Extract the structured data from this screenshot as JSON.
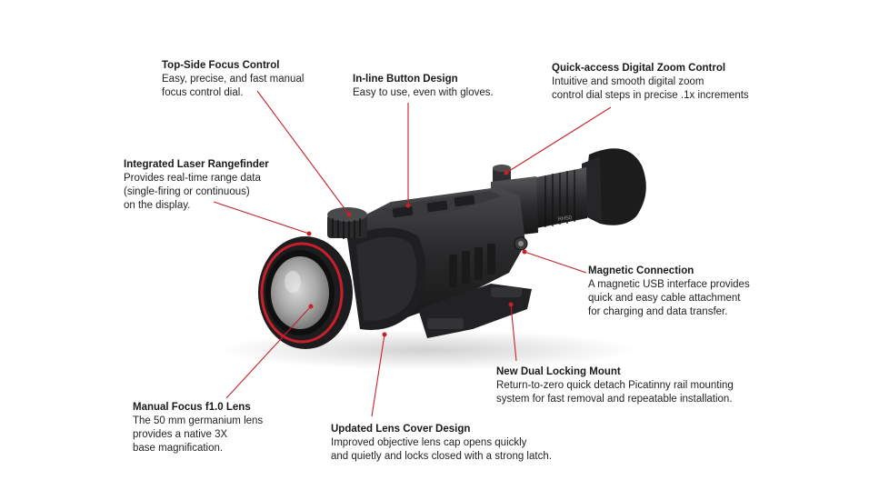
{
  "callouts": {
    "focus_control": {
      "title": "Top-Side Focus Control",
      "lines": [
        "Easy, precise, and fast manual",
        "focus control dial."
      ]
    },
    "button_design": {
      "title": "In-line Button Design",
      "lines": [
        "Easy to use, even with gloves."
      ]
    },
    "digital_zoom": {
      "title": "Quick-access Digital Zoom Control",
      "lines": [
        "Intuitive and smooth digital zoom",
        "control dial steps in precise .1x increments"
      ]
    },
    "laser_rangefinder": {
      "title": "Integrated Laser Rangefinder",
      "lines": [
        "Provides real-time range data",
        "(single-firing or continuous)",
        "on the display."
      ]
    },
    "magnetic_connection": {
      "title": "Magnetic Connection",
      "lines": [
        "A magnetic USB interface provides",
        "quick and easy cable attachment",
        "for charging and data transfer."
      ]
    },
    "locking_mount": {
      "title": "New Dual Locking Mount",
      "lines": [
        "Return-to-zero quick detach Picatinny rail mounting",
        "system for fast removal and repeatable installation."
      ]
    },
    "manual_focus_lens": {
      "title": "Manual Focus f1.0 Lens",
      "lines": [
        "The 50 mm germanium lens",
        "provides a native 3X",
        "base magnification."
      ]
    },
    "lens_cover": {
      "title": "Updated Lens Cover Design",
      "lines": [
        "Improved objective lens cap opens quickly",
        "and quietly and locks closed with a strong latch."
      ]
    }
  },
  "product": {
    "model_marking": "RH50",
    "accent_color": "#c8202a",
    "body_color": "#2b2b2d"
  }
}
